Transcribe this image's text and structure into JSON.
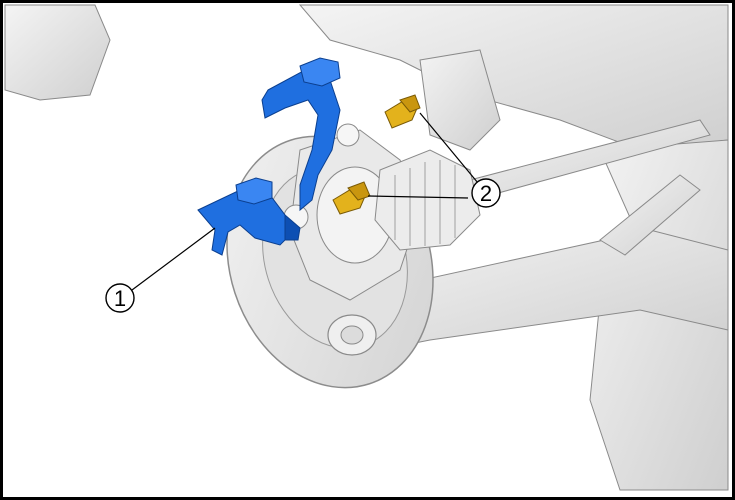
{
  "figure": {
    "callouts": [
      {
        "number": "1",
        "target": "brake-caliper-bracket"
      },
      {
        "number": "2",
        "target": "caliper-bracket-bolt"
      }
    ],
    "colors": {
      "highlight_part": "#1f6fe0",
      "highlight_part_shade": "#0d4fb3",
      "bolt": "#e3b21c",
      "bolt_shade": "#a87d0c",
      "line_art": "#000000",
      "background_parts": "#e6e6e6",
      "frame": "#000000"
    }
  }
}
